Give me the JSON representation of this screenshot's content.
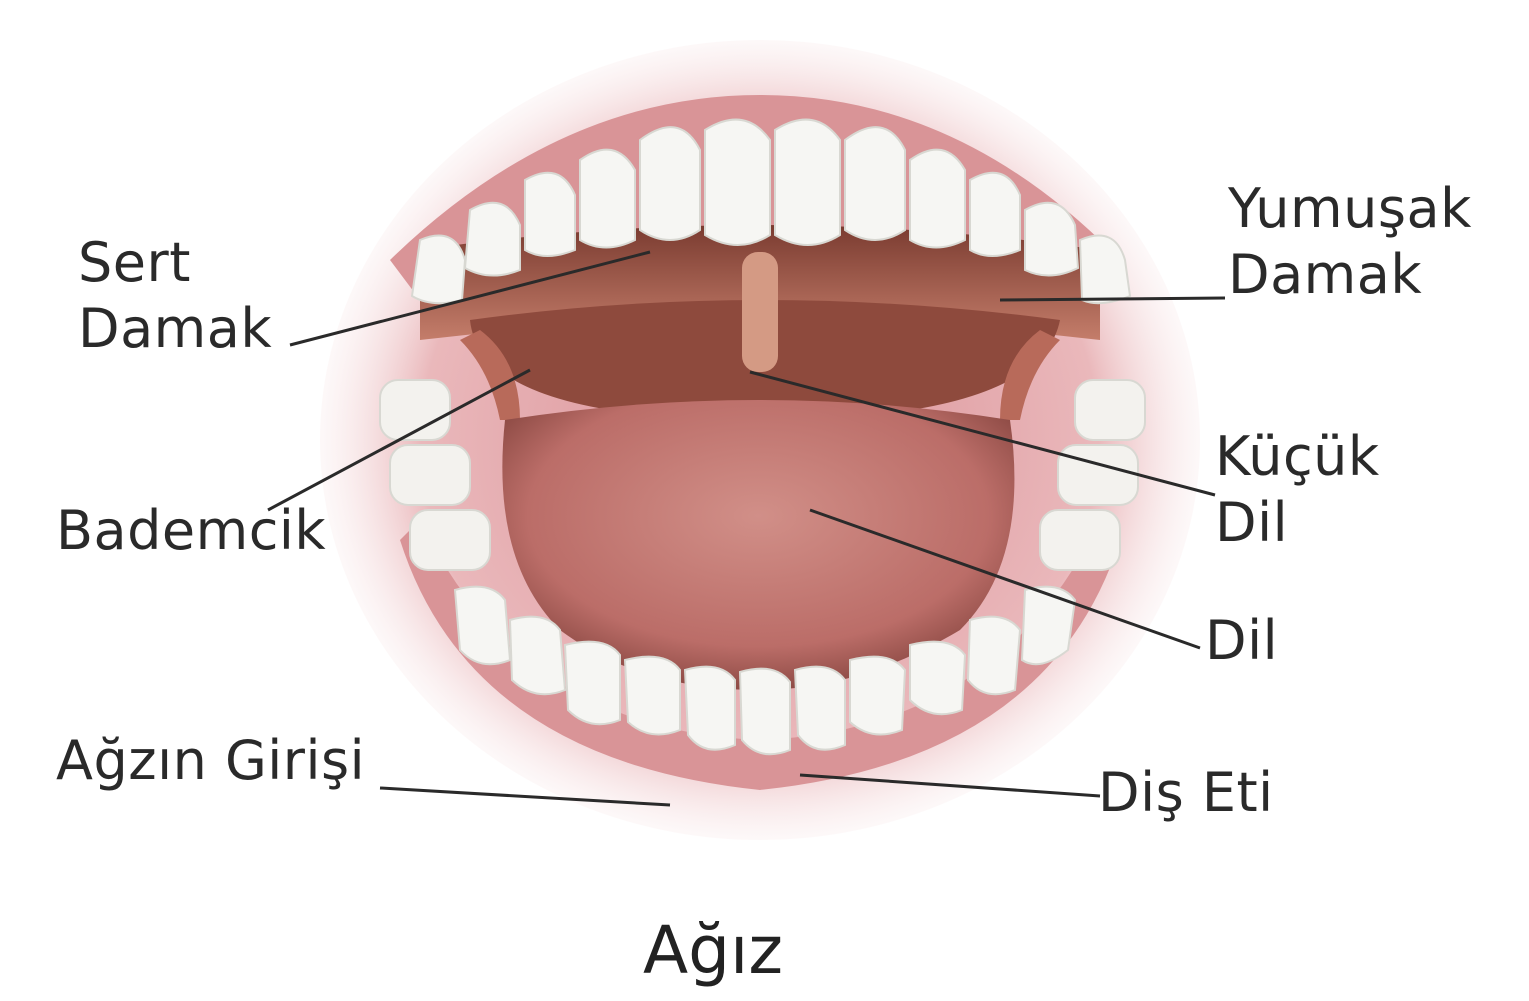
{
  "diagram": {
    "title": "Ağız",
    "labels": {
      "sert_damak": [
        "Sert",
        "Damak"
      ],
      "yumusak_damak": [
        "Yumuşak",
        "Damak"
      ],
      "kucuk_dil": [
        "Küçük",
        "Dil"
      ],
      "bademcik": "Bademcik",
      "dil": "Dil",
      "agzin_girisi": "Ağzın Girişi",
      "dis_eti": "Diş Eti"
    },
    "colors": {
      "lip": "#e7aeb1",
      "gum": "#c98a8c",
      "tongue": "#c27873",
      "throat": "#7e3a2f",
      "palate": "#b66a59",
      "tooth": "#f4f4f1",
      "leader_line": "#2a2a2a"
    }
  }
}
